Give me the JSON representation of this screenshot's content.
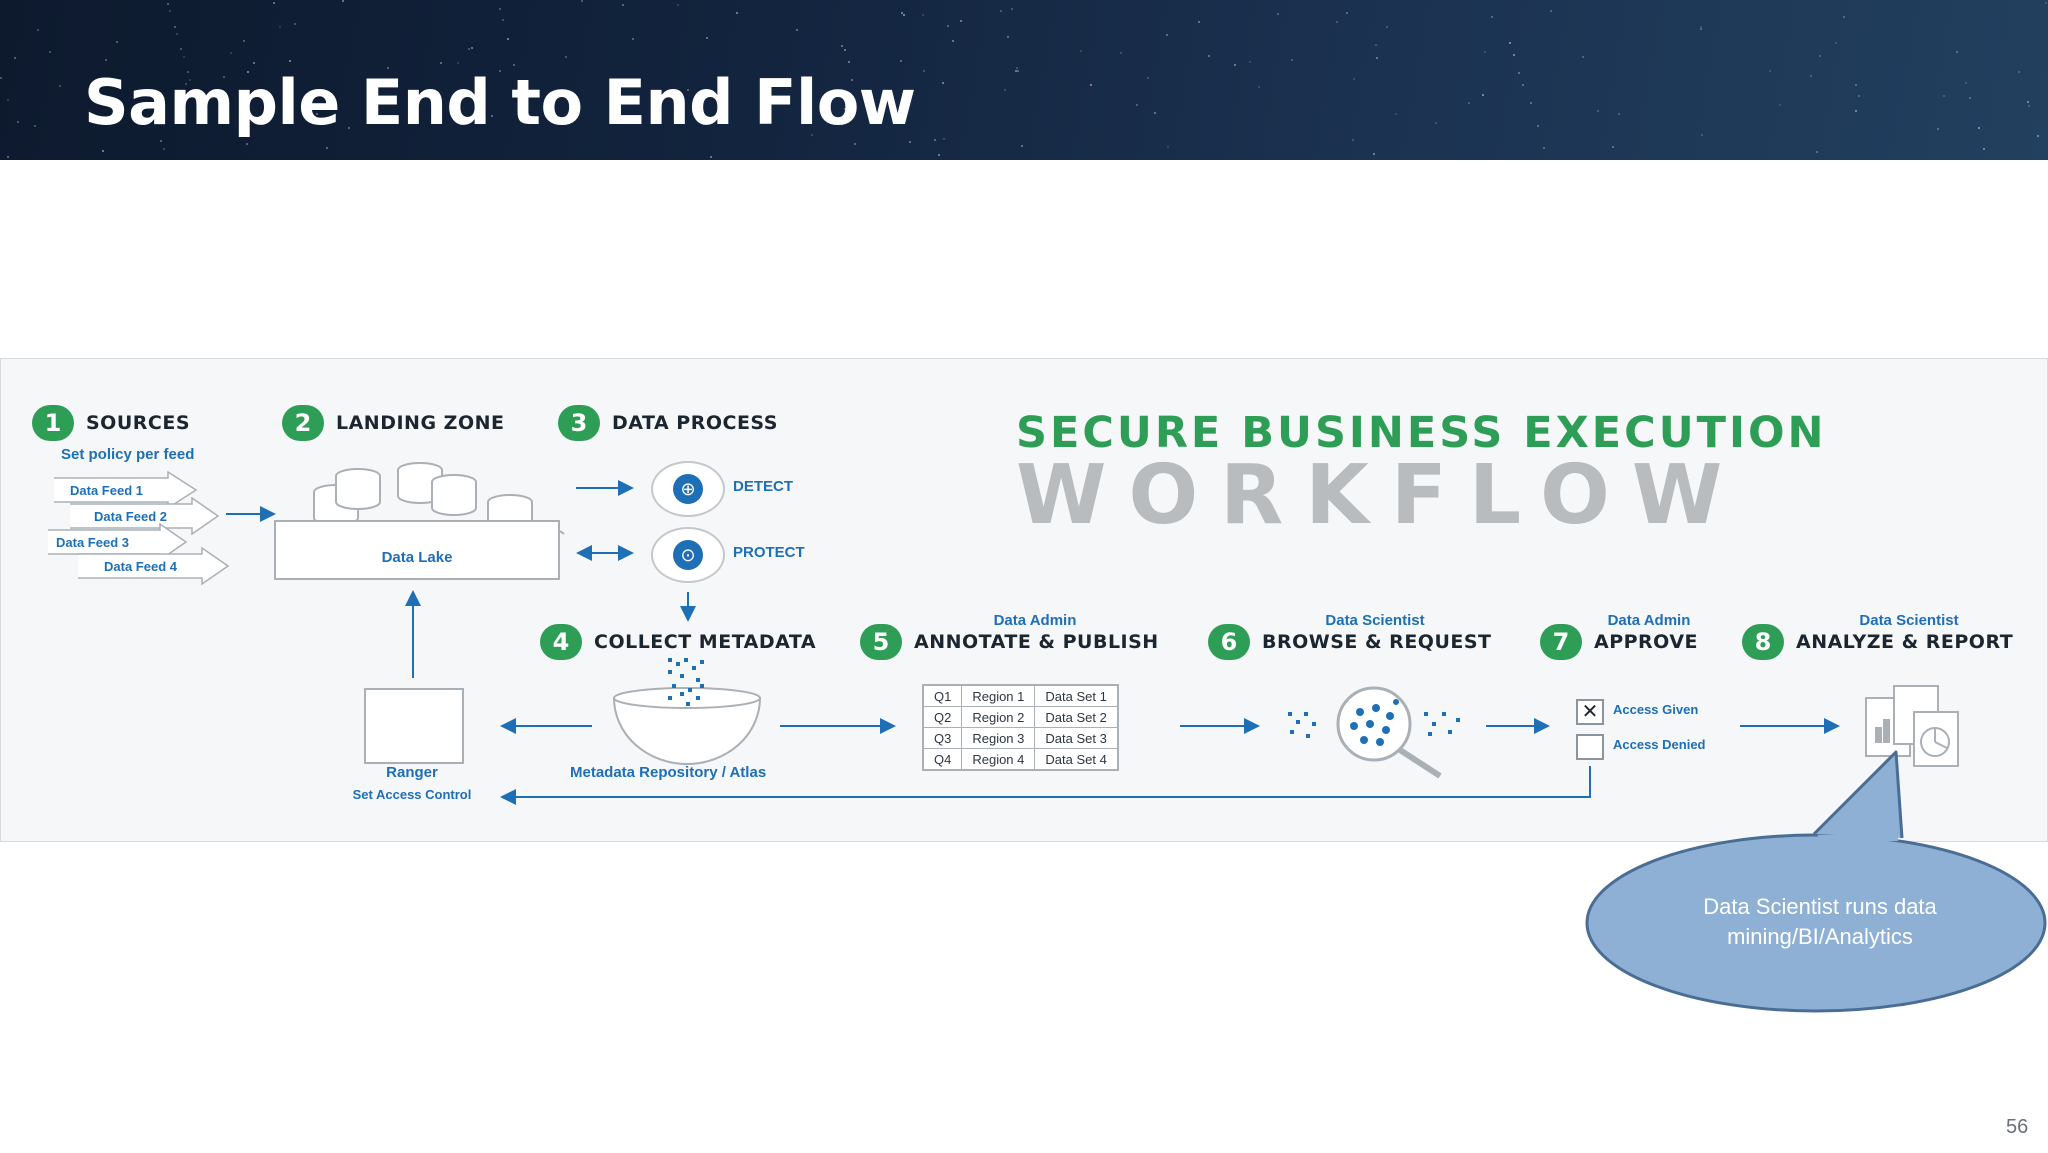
{
  "slide": {
    "title": "Sample End to End Flow",
    "page_number": "56"
  },
  "workflow": {
    "title_line1": "SECURE BUSINESS EXECUTION",
    "title_line2": "WORKFLOW"
  },
  "steps": [
    {
      "num": "1",
      "label": "SOURCES"
    },
    {
      "num": "2",
      "label": "LANDING ZONE"
    },
    {
      "num": "3",
      "label": "DATA PROCESS"
    },
    {
      "num": "4",
      "label": "COLLECT METADATA"
    },
    {
      "num": "5",
      "label": "ANNOTATE & PUBLISH",
      "role": "Data Admin"
    },
    {
      "num": "6",
      "label": "BROWSE & REQUEST",
      "role": "Data Scientist"
    },
    {
      "num": "7",
      "label": "APPROVE",
      "role": "Data Admin"
    },
    {
      "num": "8",
      "label": "ANALYZE & REPORT",
      "role": "Data Scientist"
    }
  ],
  "sources": {
    "policy": "Set policy per feed",
    "feeds": [
      "Data Feed 1",
      "Data Feed 2",
      "Data Feed 3",
      "Data Feed 4"
    ]
  },
  "landing_zone": {
    "lake_label": "Data Lake"
  },
  "data_process": {
    "detect": "DETECT",
    "protect": "PROTECT"
  },
  "ranger": {
    "label": "Ranger",
    "sub": "Set Access Control"
  },
  "metadata": {
    "label": "Metadata Repository / Atlas"
  },
  "dataset_table": {
    "rows": [
      [
        "Q1",
        "Region 1",
        "Data Set 1"
      ],
      [
        "Q2",
        "Region 2",
        "Data Set 2"
      ],
      [
        "Q3",
        "Region 3",
        "Data Set 3"
      ],
      [
        "Q4",
        "Region 4",
        "Data Set 4"
      ]
    ]
  },
  "approval": {
    "given": "Access Given",
    "denied": "Access Denied",
    "given_mark": "✕"
  },
  "callout": {
    "text": "Data Scientist runs data mining/BI/Analytics"
  },
  "colors": {
    "header_bg": "#12233d",
    "accent_green": "#2e9e57",
    "accent_blue": "#1f6fb6",
    "callout_fill": "#8eb0d4",
    "callout_border": "#4a6d96"
  },
  "icons": [
    "detect-icon",
    "protect-icon",
    "ranger-sliders-icon",
    "metadata-bowl-icon",
    "search-magnifier-icon",
    "report-charts-icon",
    "arrow-icon"
  ]
}
